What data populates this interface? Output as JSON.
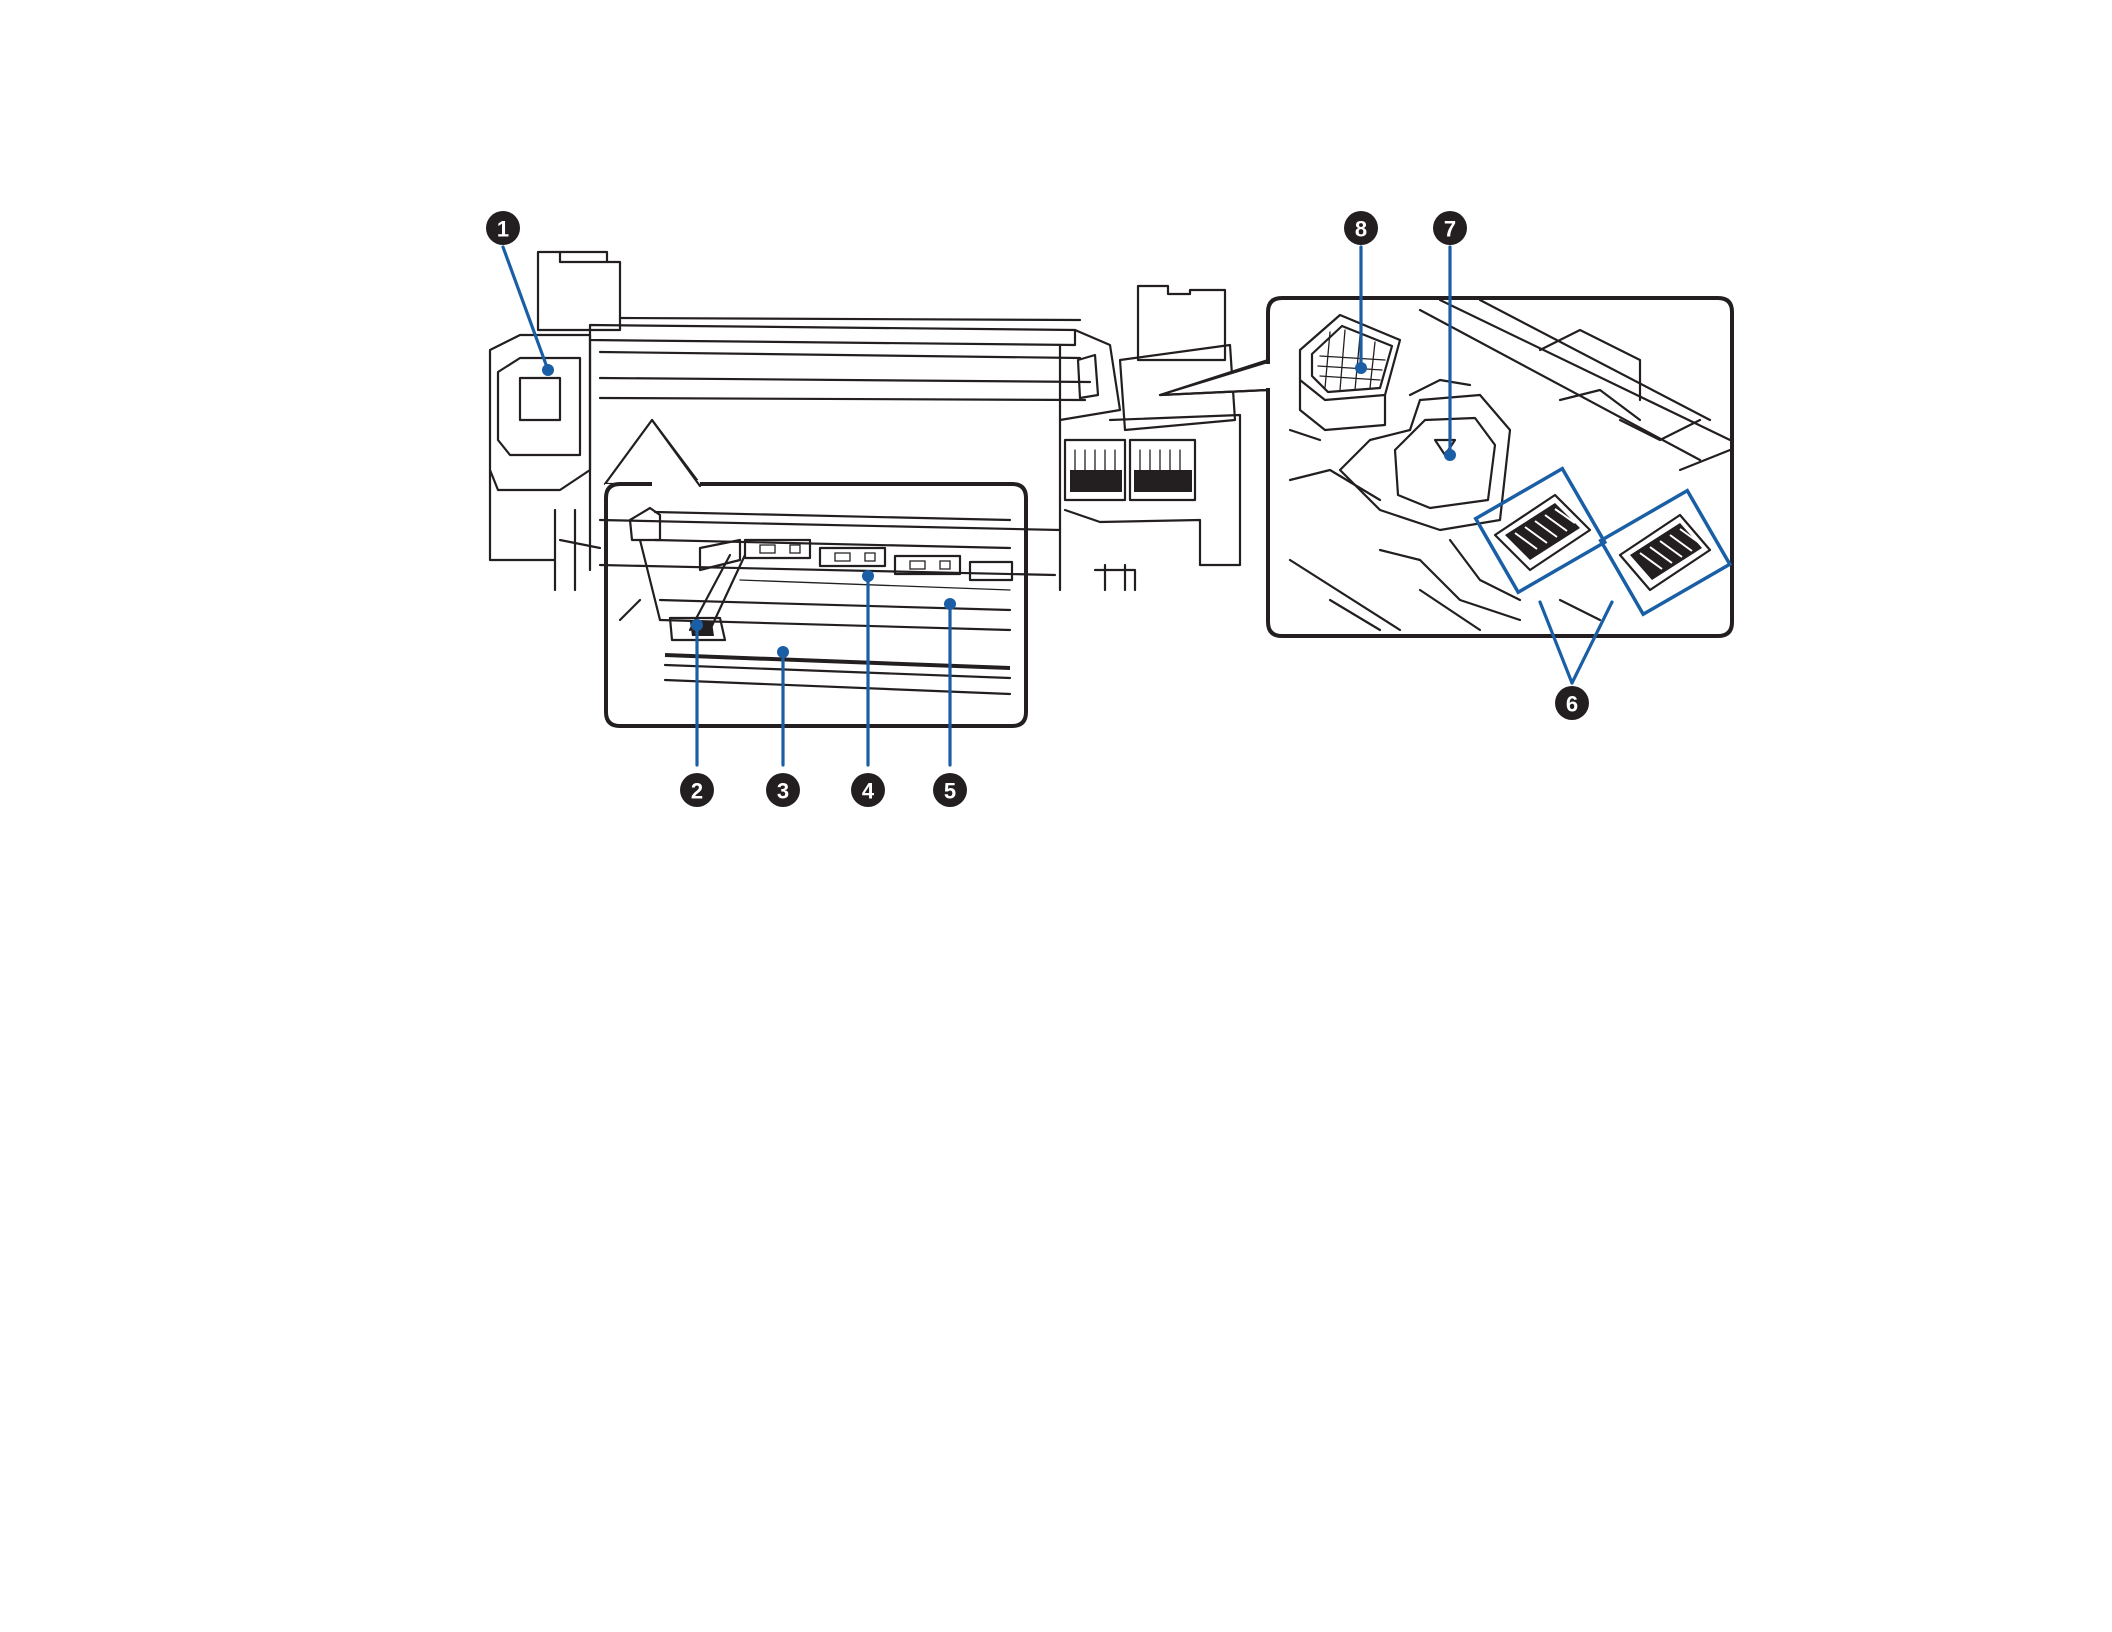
{
  "callouts": [
    {
      "number": "1"
    },
    {
      "number": "2"
    },
    {
      "number": "3"
    },
    {
      "number": "4"
    },
    {
      "number": "5"
    },
    {
      "number": "6"
    },
    {
      "number": "7"
    },
    {
      "number": "8"
    }
  ],
  "colors": {
    "line": "#231f20",
    "leader": "#1a5fa6",
    "background": "#ffffff"
  }
}
